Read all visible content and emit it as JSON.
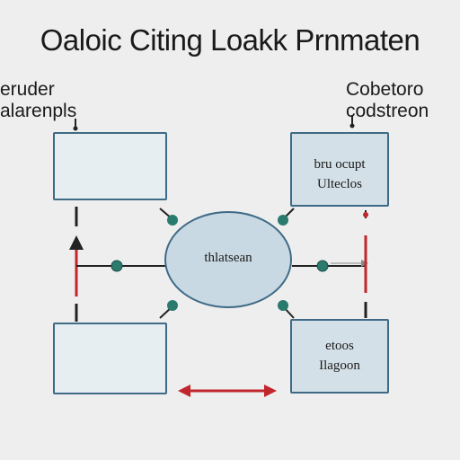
{
  "title": "Oaloic Citing Loakk Prnmaten",
  "labels": {
    "left": [
      "eruder",
      "alarenpls"
    ],
    "right": [
      "Cobetoro",
      "codstreon"
    ]
  },
  "boxes": {
    "top_left": "",
    "top_right": [
      "bru ocupt",
      "Ulteclos"
    ],
    "bottom_left": "",
    "bottom_right": [
      "etoos",
      "Ilagoon"
    ]
  },
  "hub": {
    "label": "thlatsean"
  },
  "colors": {
    "stroke": "#3f6a86",
    "box_fill": "#e6eef2",
    "hub_fill": "#c9d9e3",
    "accent_red": "#c0262b",
    "node_teal": "#2a7a6e",
    "line_dark": "#222222"
  }
}
